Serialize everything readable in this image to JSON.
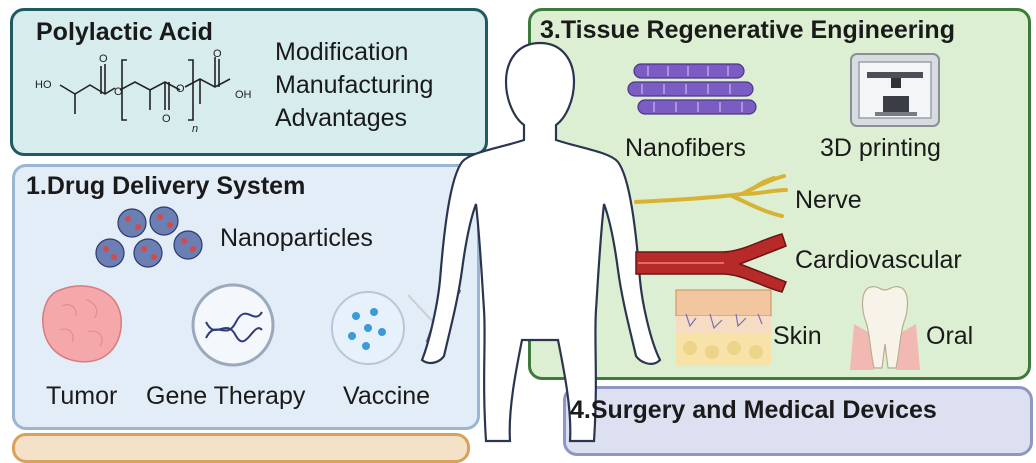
{
  "pla": {
    "title": "Polylactic Acid",
    "items": [
      "Modification",
      "Manufacturing",
      "Advantages"
    ],
    "formula": {
      "ho": "HO",
      "oh": "OH",
      "o": "O",
      "n": "n"
    }
  },
  "drug": {
    "title": "1.Drug Delivery System",
    "nanoparticles": "Nanoparticles",
    "tumor": "Tumor",
    "gene": "Gene Therapy",
    "vaccine": "Vaccine"
  },
  "tissue": {
    "title": "3.Tissue Regenerative Engineering",
    "nanofibers": "Nanofibers",
    "printing": "3D printing",
    "nerve": "Nerve",
    "cardio": "Cardiovascular",
    "skin": "Skin",
    "oral": "Oral"
  },
  "surgery": {
    "title": "4.Surgery and Medical Devices"
  },
  "colors": {
    "pla_bg": "#d7ecec",
    "drug_bg": "#e3edf7",
    "tissue_bg": "#ddefd3",
    "surgery_bg": "#dde0f0",
    "bottom_bg": "#f3e2c8"
  },
  "icons": [
    "nanoparticle-icon",
    "tumor-icon",
    "dna-icon",
    "vaccine-icon",
    "syringe-icon",
    "nanofiber-icon",
    "3d-printer-icon",
    "nerve-icon",
    "blood-vessel-icon",
    "skin-icon",
    "tooth-icon",
    "human-body-icon"
  ]
}
